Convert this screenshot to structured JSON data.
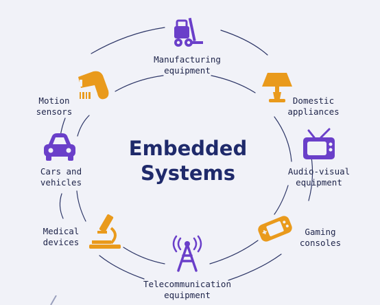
{
  "title": {
    "line1": "Embedded",
    "line2": "Systems"
  },
  "colors": {
    "purple": "#6a3fc9",
    "orange": "#e99a1c",
    "navy": "#1f2a6b",
    "ring": "#2c3566"
  },
  "nodes": [
    {
      "id": "manufacturing",
      "icon": "forklift-icon",
      "line1": "Manufacturing",
      "line2": "equipment"
    },
    {
      "id": "domestic",
      "icon": "lamp-icon",
      "line1": "Domestic",
      "line2": "appliances"
    },
    {
      "id": "audio-visual",
      "icon": "tv-icon",
      "line1": "Audio-visual",
      "line2": "equipment"
    },
    {
      "id": "gaming",
      "icon": "gamepad-icon",
      "line1": "Gaming",
      "line2": "consoles"
    },
    {
      "id": "telecom",
      "icon": "antenna-tower-icon",
      "line1": "Telecommunication",
      "line2": "equipment"
    },
    {
      "id": "medical",
      "icon": "microscope-icon",
      "line1": "Medical",
      "line2": "devices"
    },
    {
      "id": "cars",
      "icon": "car-icon",
      "line1": "Cars and",
      "line2": "vehicles"
    },
    {
      "id": "motion",
      "icon": "barcode-scanner-icon",
      "line1": "Motion",
      "line2": "sensors"
    }
  ]
}
